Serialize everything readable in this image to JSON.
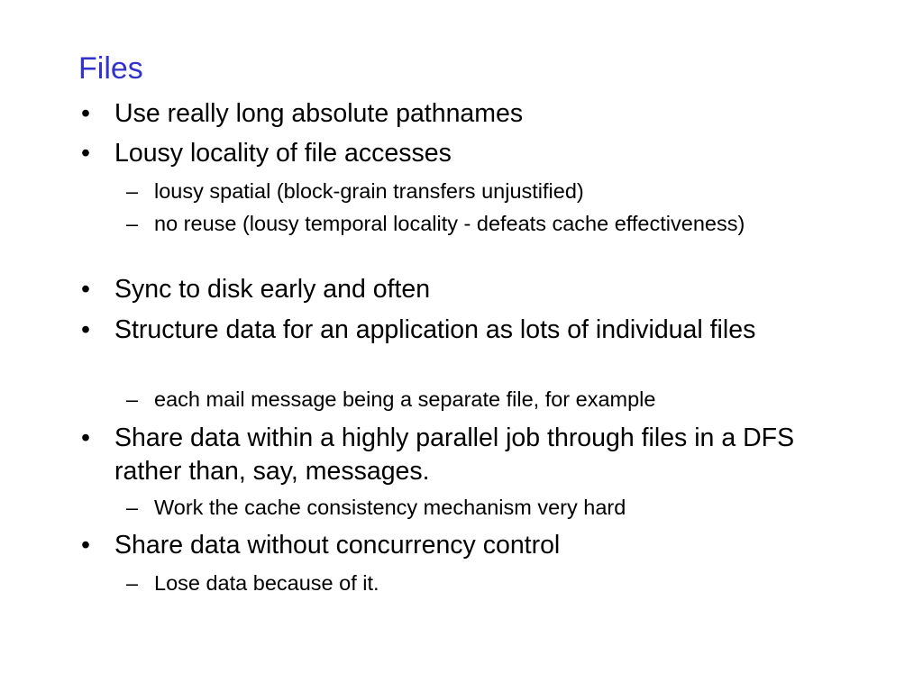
{
  "slide": {
    "title": "Files",
    "title_color": "#3333CC",
    "text_color": "#000000",
    "items": [
      {
        "level": 1,
        "text": "Use really long absolute pathnames"
      },
      {
        "level": 1,
        "text": "Lousy locality of file accesses"
      },
      {
        "level": 2,
        "text": "lousy spatial (block-grain transfers unjustified)"
      },
      {
        "level": 2,
        "text": "no reuse (lousy temporal locality - defeats cache effectiveness)"
      },
      {
        "level": 1,
        "text": "Sync to disk early and often"
      },
      {
        "level": 1,
        "text": "Structure data for an application as lots of individual files"
      },
      {
        "level": 2,
        "text": "each mail message being a separate file, for example"
      },
      {
        "level": 1,
        "text": "Share data within a highly parallel job through files in a DFS rather than, say, messages."
      },
      {
        "level": 2,
        "text": "Work the cache consistency mechanism very hard"
      },
      {
        "level": 1,
        "text": "Share data without concurrency control"
      },
      {
        "level": 2,
        "text": "Lose data because of it."
      }
    ]
  }
}
